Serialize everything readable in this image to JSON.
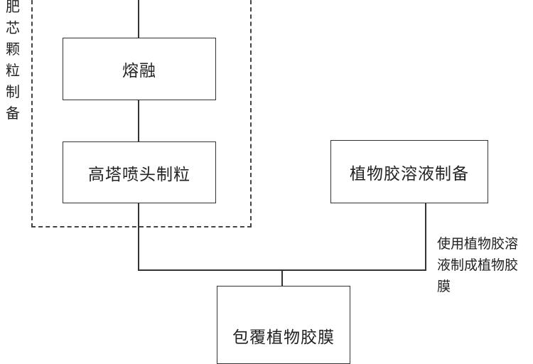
{
  "diagram": {
    "group_label": "肥芯颗粒制备",
    "steps": {
      "melt": "熔融",
      "prill": "高塔喷头制粒",
      "solution": "植物胶溶液制备",
      "coat": "包覆植物胶膜"
    },
    "edge_note": "使用植物胶溶液制成植物胶膜"
  }
}
